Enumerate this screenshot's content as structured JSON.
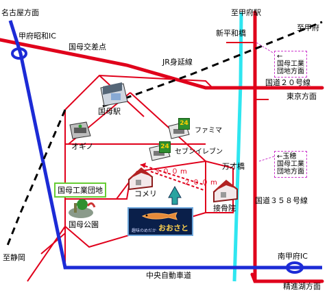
{
  "labels": {
    "nagoya": "名古屋方面",
    "shifu_showa_ic": "甲府昭和IC",
    "kokubo_crossing": "国母交差点",
    "shikoufu_station": "至甲府駅",
    "shinheiwa_bridge": "新平和橋",
    "shikoufu": "至甲府",
    "jr_minobu": "JR身延線",
    "route20": "国道２０号線",
    "tokyo": "東京方面",
    "kokubo_station": "国母駅",
    "familymart": "ファミマ",
    "ogino": "オギノ",
    "seven_eleven": "セブンイレブン",
    "mansai_bridge": "万才橋",
    "dist_300": "３００m",
    "dist_200": "２００m",
    "industrial_estate": "国母工業団地",
    "komeri": "コメリ",
    "sekkotsuin": "接骨院",
    "route358": "国道３５８号線",
    "kokubo_park": "国母公園",
    "shizuoka": "至静岡",
    "minami_kofu_ic": "南甲府IC",
    "chuo_expressway": "中央自動車道",
    "shojiko": "精進湖方面"
  },
  "boxes": {
    "estate_dir_1": [
      "←",
      "国母工業",
      "団地方面"
    ],
    "estate_dir_2": [
      "←玉穂",
      "国母工業",
      "団地方面"
    ]
  },
  "shop": {
    "subtitle": "趣味のめだか",
    "name": "おおさと"
  },
  "icons": {
    "convenience_badge": "24"
  },
  "colors": {
    "red_road": "#e0001b",
    "blue_road": "#1c2bd6",
    "river": "#2fe6f0",
    "railway": "#000000",
    "arrow": "#2aa3a0",
    "estate_border": "#66cc33",
    "direction_box_border": "#cc33cc"
  }
}
